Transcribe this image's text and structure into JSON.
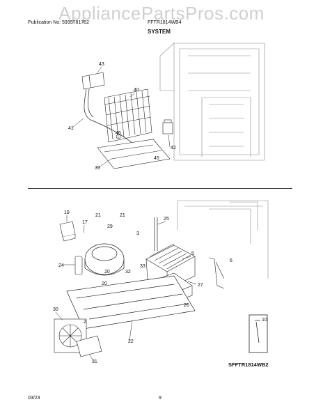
{
  "header": {
    "publication": "Publication No: 5995781762",
    "model": "FFTR1814WB4",
    "section": "SYSTEM"
  },
  "watermark": "AppliancePartsPros.com",
  "upper_callouts": [
    "43",
    "40",
    "41",
    "45",
    "42",
    "45",
    "39"
  ],
  "lower_callouts": [
    "19",
    "17",
    "21",
    "29",
    "21",
    "25",
    "3",
    "5",
    "6",
    "24",
    "20",
    "32",
    "33",
    "20",
    "27",
    "26",
    "30",
    "2",
    "22",
    "31",
    "10"
  ],
  "diagram_code": "SFFTR1814WB2",
  "footer": {
    "date": "03/23",
    "page": "9"
  }
}
